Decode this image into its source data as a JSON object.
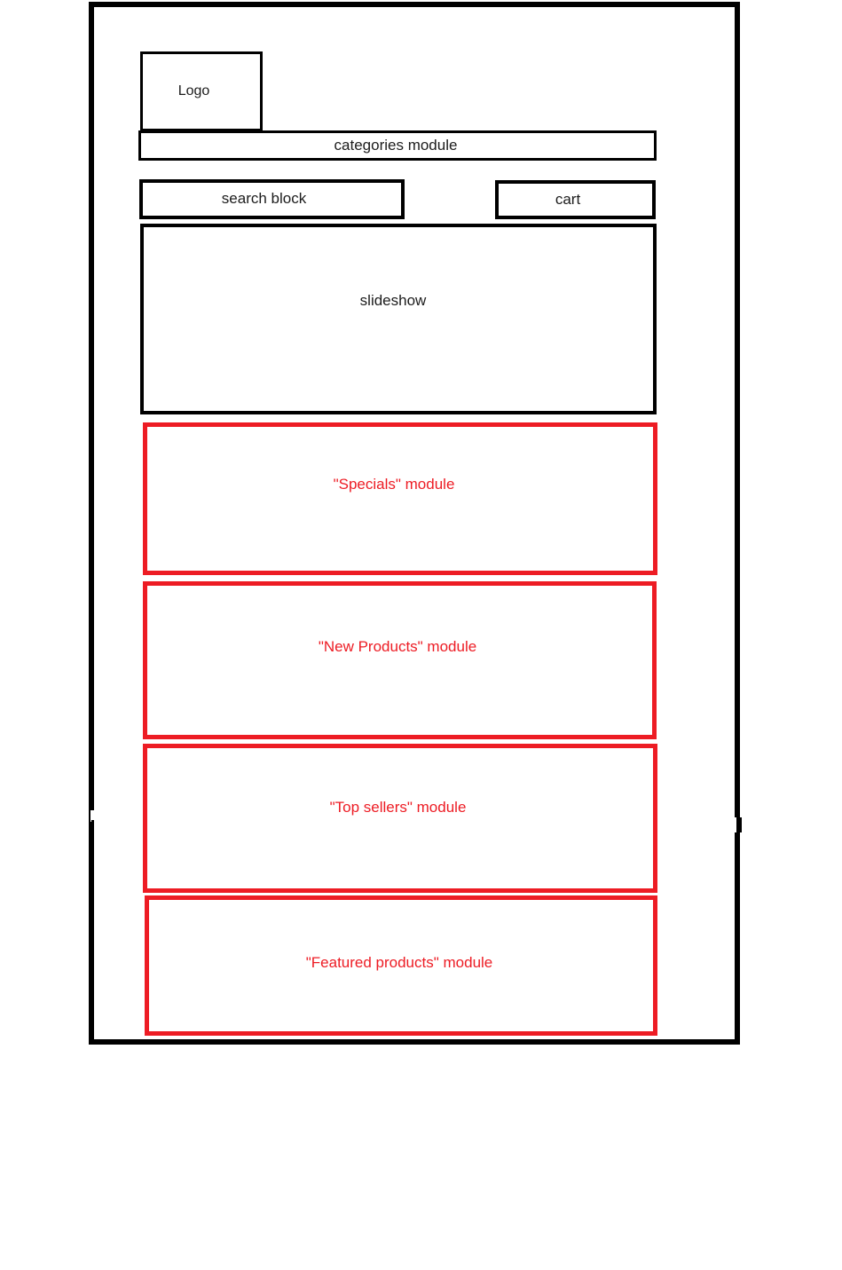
{
  "canvas": {
    "background_color": "#ffffff",
    "frame_color": "#000000",
    "accent_red": "#ed1c24",
    "label_color": "#1c1c1c"
  },
  "wireframe": {
    "logo": {
      "label": "Logo"
    },
    "categories": {
      "label": "categories module"
    },
    "search": {
      "label": "search block"
    },
    "cart": {
      "label": "cart"
    },
    "slideshow": {
      "label": "slideshow"
    },
    "modules": [
      {
        "id": "specials-module",
        "label": "\"Specials\" module"
      },
      {
        "id": "new-products-module",
        "label": "\"New Products\" module"
      },
      {
        "id": "top-sellers-module",
        "label": "\"Top sellers\" module"
      },
      {
        "id": "featured-products-module",
        "label": "\"Featured products\" module"
      }
    ]
  }
}
